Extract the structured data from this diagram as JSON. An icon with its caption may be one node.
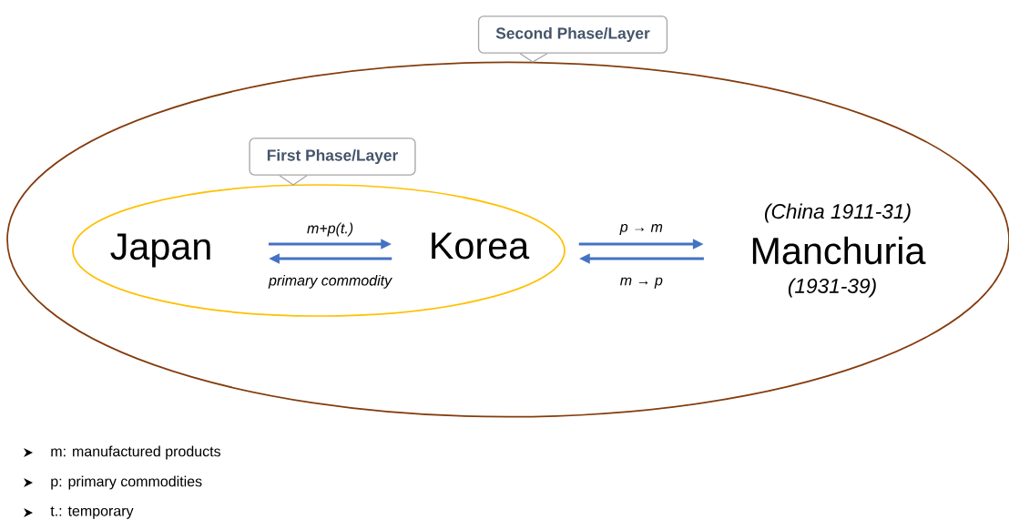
{
  "diagram": {
    "nodes": [
      {
        "text": [],
        "shape": "ellipse"
      },
      {
        "text": [],
        "shape": "ellipse",
        "in": 0
      },
      {
        "text": [
          "Japan"
        ],
        "in": 1
      },
      {
        "text": [
          "Korea"
        ],
        "in": 1
      },
      {
        "text": [
          "Manchuria"
        ],
        "beside": [
          "(China 1911-31)",
          "(1931-39)"
        ],
        "in": 0
      },
      {
        "text": [
          "Second Phase/Layer"
        ]
      },
      {
        "text": [
          "First Phase/Layer"
        ],
        "in": 0
      }
    ],
    "edges": [
      {
        "from": 2,
        "to": 3,
        "arrow": "to",
        "label": "m+p(t.)"
      },
      {
        "from": 3,
        "to": 2,
        "arrow": "to",
        "label": "primary commodity"
      },
      {
        "from": 3,
        "to": 4,
        "arrow": "to",
        "label": "p → m"
      },
      {
        "from": 4,
        "to": 3,
        "arrow": "to",
        "label": "m → p"
      },
      {
        "from": 5,
        "to": 0,
        "arrow": "none",
        "color": "#a6a6a6"
      },
      {
        "from": 6,
        "to": 1,
        "arrow": "none",
        "color": "#a6a6a6"
      }
    ],
    "labels": [
      "m: manufactured products",
      "p: primary commodities",
      "t.: temporary"
    ]
  }
}
